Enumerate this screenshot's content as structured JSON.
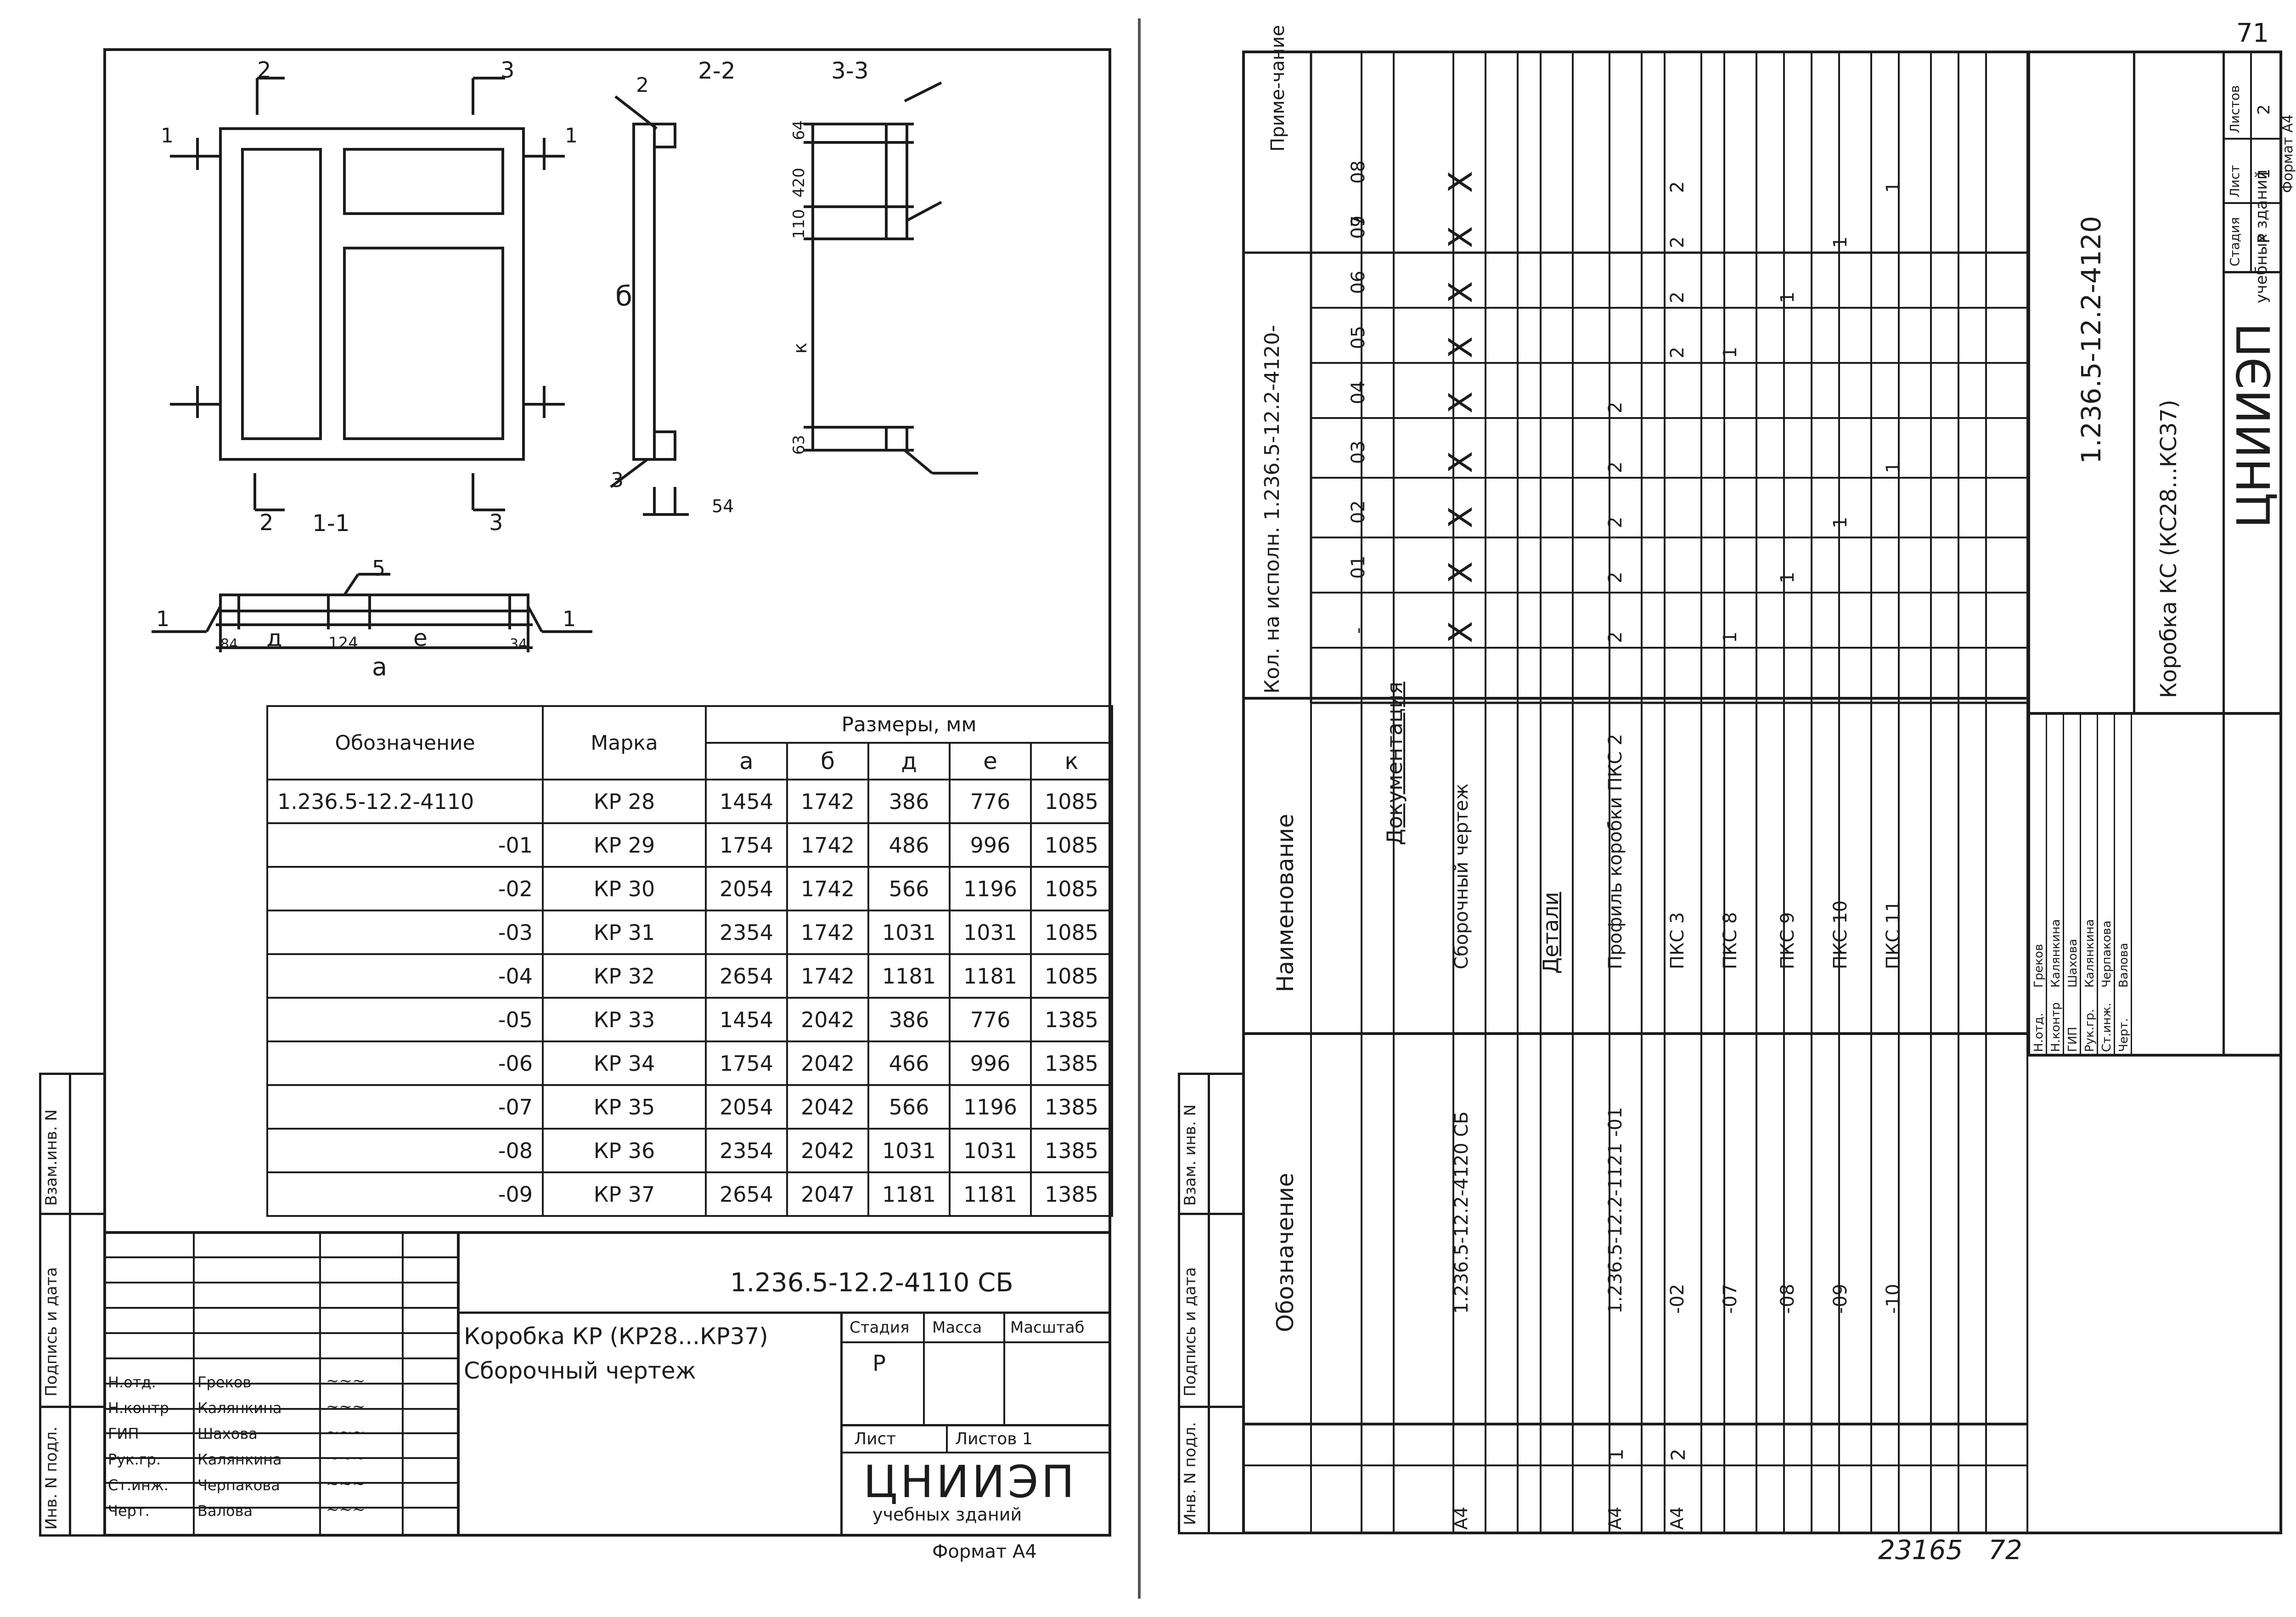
{
  "page_number": "71",
  "left": {
    "section_labels": {
      "s22": "2-2",
      "s33": "3-3",
      "s11": "1-1",
      "n2a": "2",
      "n3a": "3",
      "n2b": "2",
      "n3b": "3",
      "n1a": "1",
      "n1b": "1",
      "n2c": "2",
      "n3c": "3",
      "n5": "5",
      "n1c": "1",
      "n1d": "1"
    },
    "dims": {
      "b": "б",
      "d_54": "54",
      "k": "к",
      "d64": "64",
      "d420": "420",
      "d110": "110",
      "d63": "63",
      "d84": "84",
      "d": "д",
      "d124": "124",
      "e": "е",
      "d34": "34",
      "a": "а"
    },
    "table": {
      "h_designation": "Обозначение",
      "h_mark": "Марка",
      "h_sizes": "Размеры, мм",
      "h_cols": [
        "а",
        "б",
        "д",
        "е",
        "к"
      ],
      "rows": [
        {
          "des": "1.236.5-12.2-4110",
          "mark": "КР 28",
          "a": "1454",
          "b": "1742",
          "d": "386",
          "e": "776",
          "k": "1085"
        },
        {
          "des": "-01",
          "mark": "КР 29",
          "a": "1754",
          "b": "1742",
          "d": "486",
          "e": "996",
          "k": "1085"
        },
        {
          "des": "-02",
          "mark": "КР 30",
          "a": "2054",
          "b": "1742",
          "d": "566",
          "e": "1196",
          "k": "1085"
        },
        {
          "des": "-03",
          "mark": "КР 31",
          "a": "2354",
          "b": "1742",
          "d": "1031",
          "e": "1031",
          "k": "1085"
        },
        {
          "des": "-04",
          "mark": "КР 32",
          "a": "2654",
          "b": "1742",
          "d": "1181",
          "e": "1181",
          "k": "1085"
        },
        {
          "des": "-05",
          "mark": "КР 33",
          "a": "1454",
          "b": "2042",
          "d": "386",
          "e": "776",
          "k": "1385"
        },
        {
          "des": "-06",
          "mark": "КР 34",
          "a": "1754",
          "b": "2042",
          "d": "466",
          "e": "996",
          "k": "1385"
        },
        {
          "des": "-07",
          "mark": "КР 35",
          "a": "2054",
          "b": "2042",
          "d": "566",
          "e": "1196",
          "k": "1385"
        },
        {
          "des": "-08",
          "mark": "КР 36",
          "a": "2354",
          "b": "2042",
          "d": "1031",
          "e": "1031",
          "k": "1385"
        },
        {
          "des": "-09",
          "mark": "КР 37",
          "a": "2654",
          "b": "2047",
          "d": "1181",
          "e": "1181",
          "k": "1385"
        }
      ]
    },
    "stamp": {
      "doc_code": "1.236.5-12.2-4110 СБ",
      "title_line1": "Коробка КР (КР28...КР37)",
      "title_line2": "Сборочный чертеж",
      "stage_label": "Стадия",
      "mass_label": "Масса",
      "scale_label": "Масштаб",
      "stage_value": "Р",
      "sheet_label": "Лист",
      "sheets_label": "Листов 1",
      "org_logo": "ЦНИИЭП",
      "org_sub": "учебных зданий",
      "format": "Формат А4",
      "roles": [
        "Н.отд.",
        "Н.контр",
        "ГИП",
        "Рук.гр.",
        "Ст.инж.",
        "Черт."
      ],
      "names": [
        "Греков",
        "Калянкина",
        "Шахова",
        "Калянкина",
        "Черпакова",
        "Валова"
      ]
    },
    "side_labels": [
      "Инв. N подл.",
      "Подпись и дата",
      "Взам.инв. N"
    ]
  },
  "right": {
    "side_labels": [
      "Инв. N подл.",
      "Подпись и дата",
      "Взам. инв. N"
    ],
    "col_format": "",
    "h_designation": "Обозначение",
    "h_name": "Наименование",
    "h_qty": "Кол. на исполн. 1.236.5-12.2-4120-",
    "h_note": "Приме-чание",
    "exec_cols": [
      "-",
      "01",
      "02",
      "03",
      "04",
      "05",
      "06",
      "07",
      "08",
      "09"
    ],
    "section_docs": "Документация",
    "section_parts": "Детали",
    "rows": [
      {
        "fmt": "А4",
        "pos": "",
        "des": "1.236.5-12.2-4120 СБ",
        "name": "Сборочный чертеж",
        "q": [
          "X",
          "X",
          "X",
          "X",
          "X",
          "X",
          "X",
          "X",
          "X",
          "X"
        ]
      },
      {
        "fmt": "А4",
        "pos": "1",
        "des": "1.236.5-12.2-1121 -01",
        "name": "Профиль коробки ПКС 2",
        "q": [
          "2",
          "2",
          "2",
          "2",
          "2",
          "",
          "",
          "",
          "",
          ""
        ]
      },
      {
        "fmt": "А4",
        "pos": "2",
        "des": "-02",
        "name": "ПКС 3",
        "q": [
          "",
          "",
          "",
          "",
          "",
          "2",
          "2",
          "2",
          "2",
          "2"
        ]
      },
      {
        "fmt": "",
        "pos": "",
        "des": "-07",
        "name": "ПКС 8",
        "q": [
          "1",
          "",
          "",
          "",
          "",
          "1",
          "",
          "",
          "",
          ""
        ]
      },
      {
        "fmt": "",
        "pos": "",
        "des": "-08",
        "name": "ПКС 9",
        "q": [
          "",
          "1",
          "",
          "",
          "",
          "",
          "1",
          "",
          "",
          ""
        ]
      },
      {
        "fmt": "",
        "pos": "",
        "des": "-09",
        "name": "ПКС 10",
        "q": [
          "",
          "",
          "1",
          "",
          "",
          "",
          "",
          "1",
          "",
          ""
        ]
      },
      {
        "fmt": "",
        "pos": "",
        "des": "-10",
        "name": "ПКС 11",
        "q": [
          "",
          "",
          "",
          "1",
          "",
          "",
          "",
          "",
          "1",
          ""
        ]
      }
    ],
    "stamp": {
      "doc_code": "1.236.5-12.2-4120",
      "title": "Коробка КС (КС28...КС37)",
      "stage_label": "Стадия",
      "sheet_label": "Лист",
      "sheets_label": "Листов",
      "stage_value": "Р",
      "sheet_value": "1",
      "sheets_value": "2",
      "org_logo": "ЦНИИЭП",
      "org_sub": "учебных зданий",
      "format": "Формат А4",
      "roles": [
        "Н.отд.",
        "Н.контр",
        "ГИП",
        "Рук.гр.",
        "Ст.инж.",
        "Черт."
      ],
      "names": [
        "Греков",
        "Калянкина",
        "Шахова",
        "Калянкина",
        "Черпакова",
        "Валова"
      ]
    },
    "bottom_stamp": "23165",
    "bottom_page": "72"
  }
}
